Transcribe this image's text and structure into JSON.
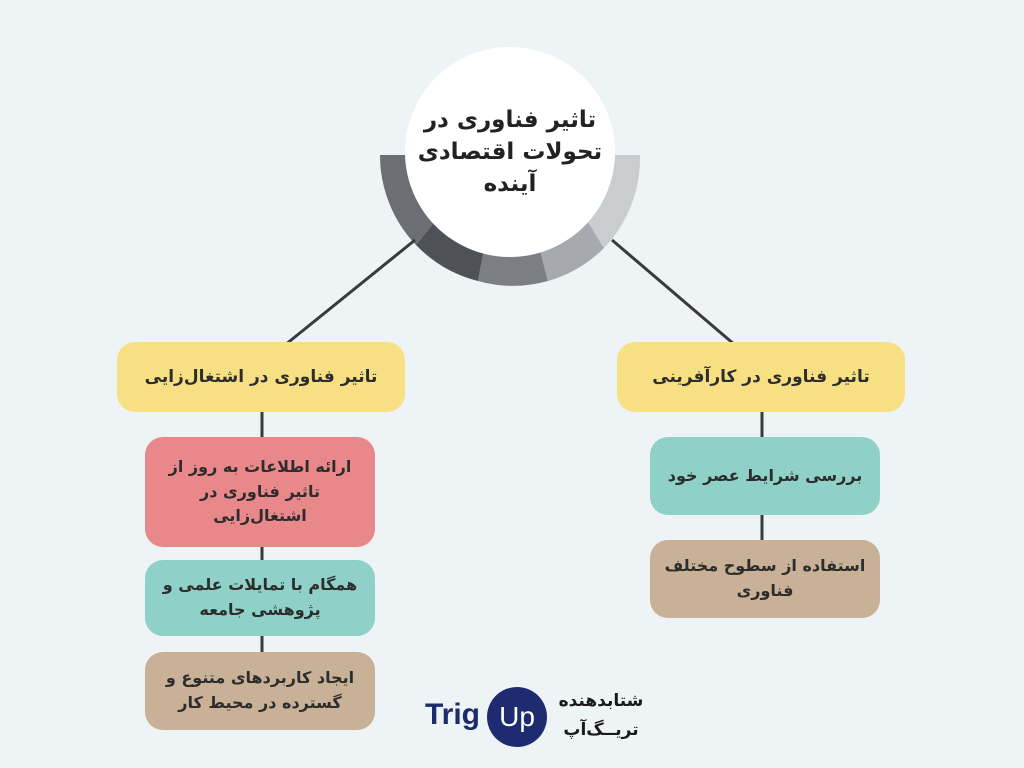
{
  "center": {
    "title_line1": "تاثیر فناوری در",
    "title_line2": "تحولات اقتصادی",
    "title_line3": "آینده"
  },
  "left_branch": {
    "heading": "تاثیر فناوری در اشتغال‌زایی",
    "items": [
      "ارائه اطلاعات به روز از تاثیر فناوری در اشتغال‌زایی",
      "همگام با تمایلات علمی و پژوهشی جامعه",
      "ایجاد کاربردهای متنوع و گسترده در محیط کار"
    ]
  },
  "right_branch": {
    "heading": "تاثیر فناوری در کارآفرینی",
    "items": [
      "بررسی شرایط عصر خود",
      "استفاده از سطوح مختلف فناوری"
    ]
  },
  "logo": {
    "trig": "Trig",
    "up": "Up",
    "fa_line1": "شتابدهنده",
    "fa_line2": "تریــگ‌آپ"
  },
  "colors": {
    "background": "#eef4f6",
    "heading": "#f7e083",
    "pink": "#e8888a",
    "teal": "#8fd1c8",
    "tan": "#c8b196",
    "logo_blue": "#1f2b70"
  }
}
